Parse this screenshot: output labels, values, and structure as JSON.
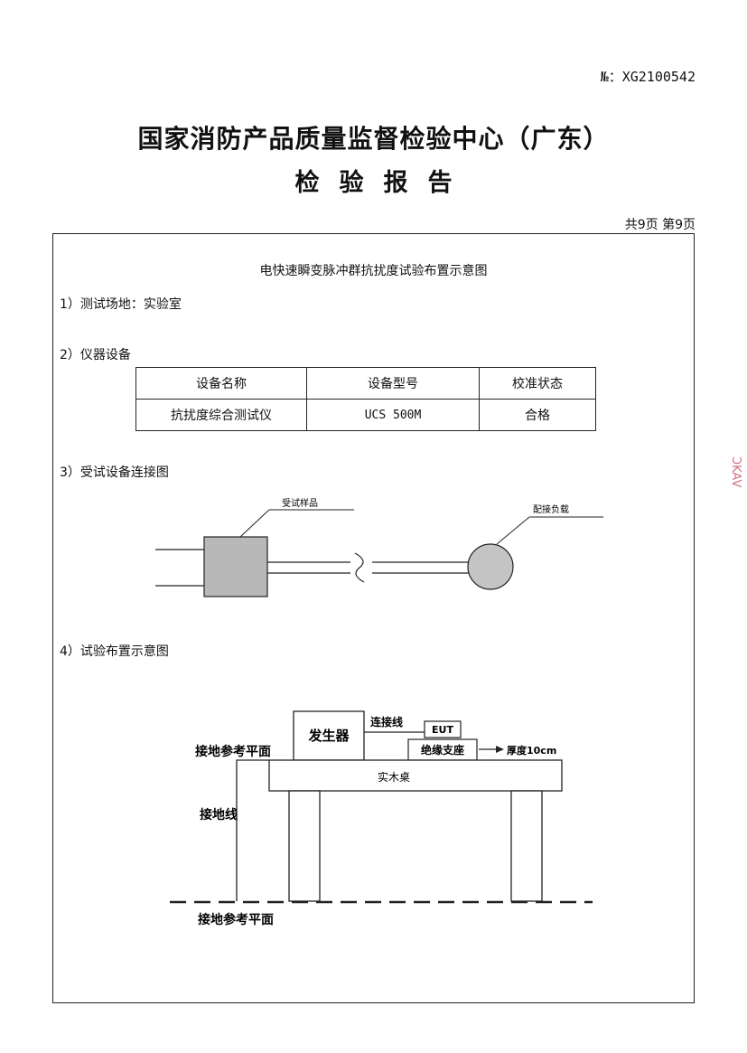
{
  "header": {
    "report_no": "№：XG2100542",
    "org_title": "国家消防产品质量监督检验中心（广东）",
    "doc_title": "检验报告",
    "page_count": "共9页 第9页"
  },
  "content": {
    "heading": "电快速瞬变脉冲群抗扰度试验布置示意图",
    "sections": [
      {
        "label": "1）测试场地：实验室"
      },
      {
        "label": "2）仪器设备"
      },
      {
        "label": "3）受试设备连接图"
      },
      {
        "label": "4）试验布置示意图"
      }
    ],
    "equipment_table": {
      "headers": [
        "设备名称",
        "设备型号",
        "校准状态"
      ],
      "rows": [
        [
          "抗扰度综合测试仪",
          "UCS 500M",
          "合格"
        ]
      ]
    },
    "connection_diagram": {
      "eut_label": "受试样品",
      "load_label": "配接负载",
      "colors": {
        "eut_fill": "#b8b8b8",
        "load_fill": "#c4c4c4"
      }
    },
    "setup_diagram": {
      "generator": "发生器",
      "cable": "连接线",
      "eut": "EUT",
      "support": "绝缘支座",
      "thickness": "厚度10cm",
      "table": "实木桌",
      "ground_plane_upper": "接地参考平面",
      "ground_wire": "接地线",
      "ground_plane_lower": "接地参考平面"
    },
    "stamp_text": "ƆKAV"
  }
}
